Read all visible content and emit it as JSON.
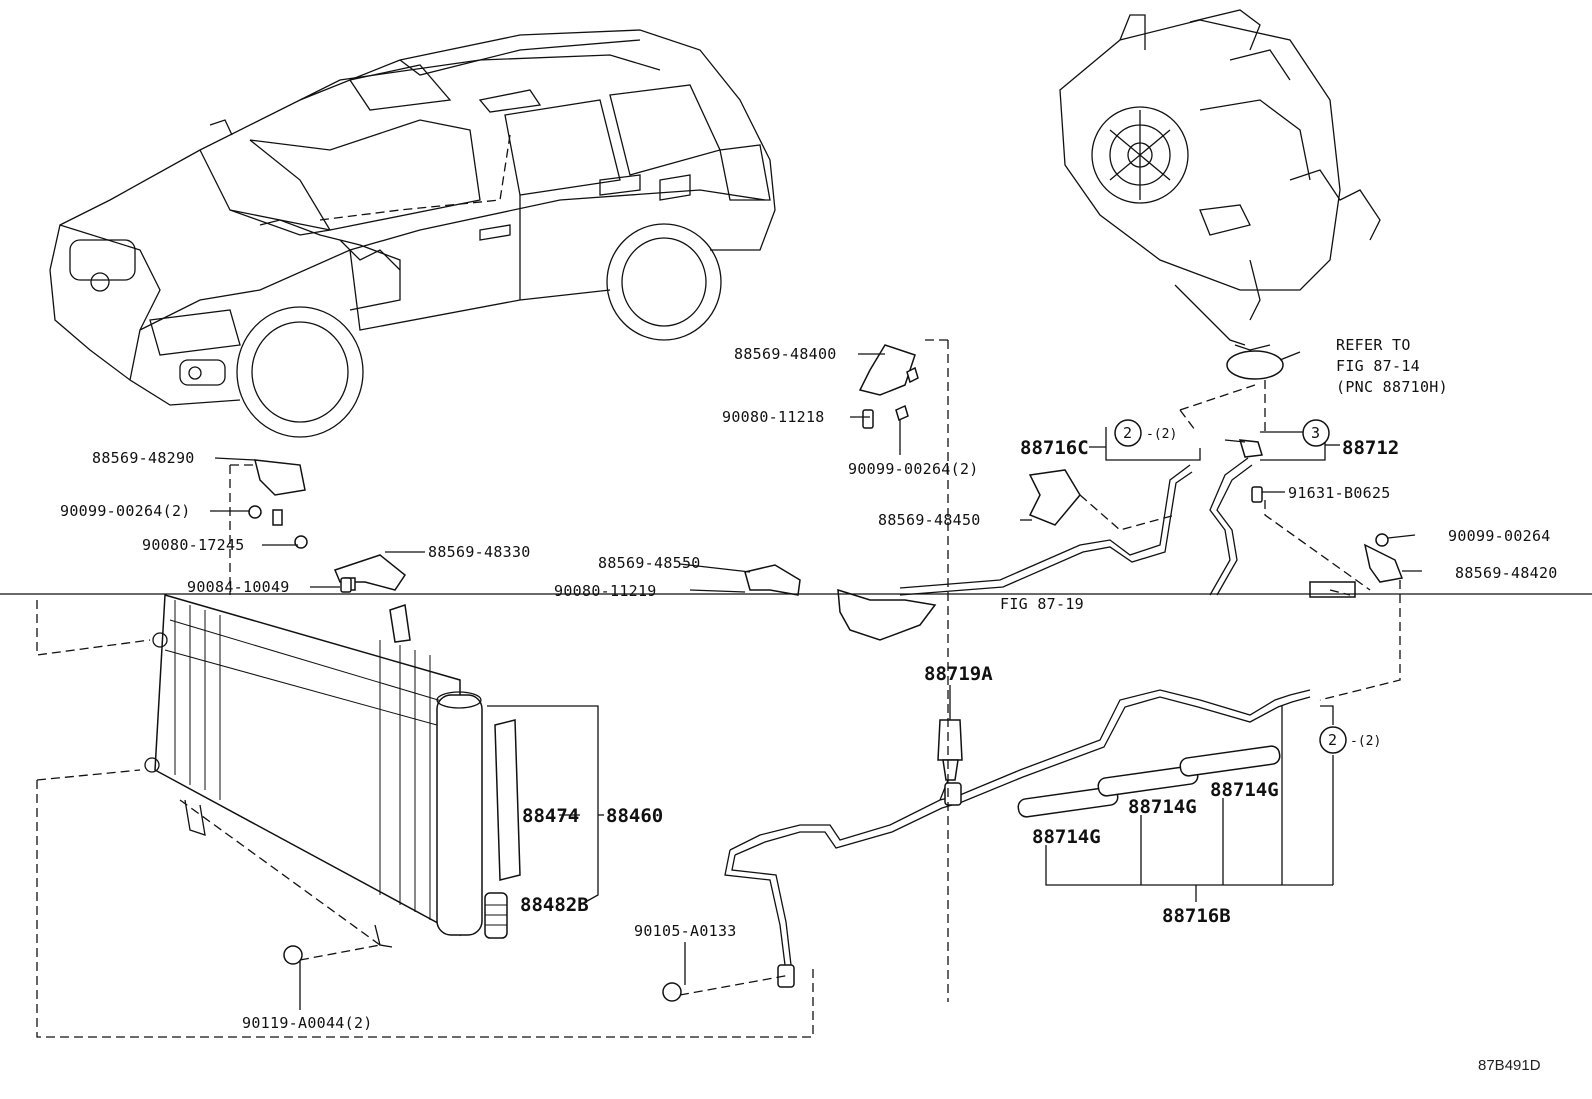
{
  "labels": {
    "p88569_48400": "88569-48400",
    "p90080_11218": "90080-11218",
    "p90099_00264_2a": "90099-00264(2)",
    "p88716C": "88716C",
    "circle2_a": "2",
    "circle2_a_suffix": "-(2)",
    "circle3": "3",
    "p88712": "88712",
    "refer_line1": "REFER TO",
    "refer_line2": "FIG 87-14",
    "refer_line3": "(PNC 88710H)",
    "p91631_B0625": "91631-B0625",
    "p88569_48450": "88569-48450",
    "p90099_00264_b": "90099-00264",
    "p88569_48420": "88569-48420",
    "p88569_48290": "88569-48290",
    "p90099_00264_2b": "90099-00264(2)",
    "p90080_17245": "90080-17245",
    "p88569_48330": "88569-48330",
    "p90084_10049": "90084-10049",
    "p88569_48550": "88569-48550",
    "p90080_11219": "90080-11219",
    "fig_87_19": "FIG 87-19",
    "p88719A": "88719A",
    "p88714G_a": "88714G",
    "p88714G_b": "88714G",
    "p88714G_c": "88714G",
    "circle2_b": "2",
    "circle2_b_suffix": "-(2)",
    "p88716B": "88716B",
    "p88474": "88474",
    "p88460": "88460",
    "p88482B": "88482B",
    "p90105_A0133": "90105-A0133",
    "p90119_A0044_2": "90119-A0044(2)",
    "diagram_code": "87B491D"
  }
}
